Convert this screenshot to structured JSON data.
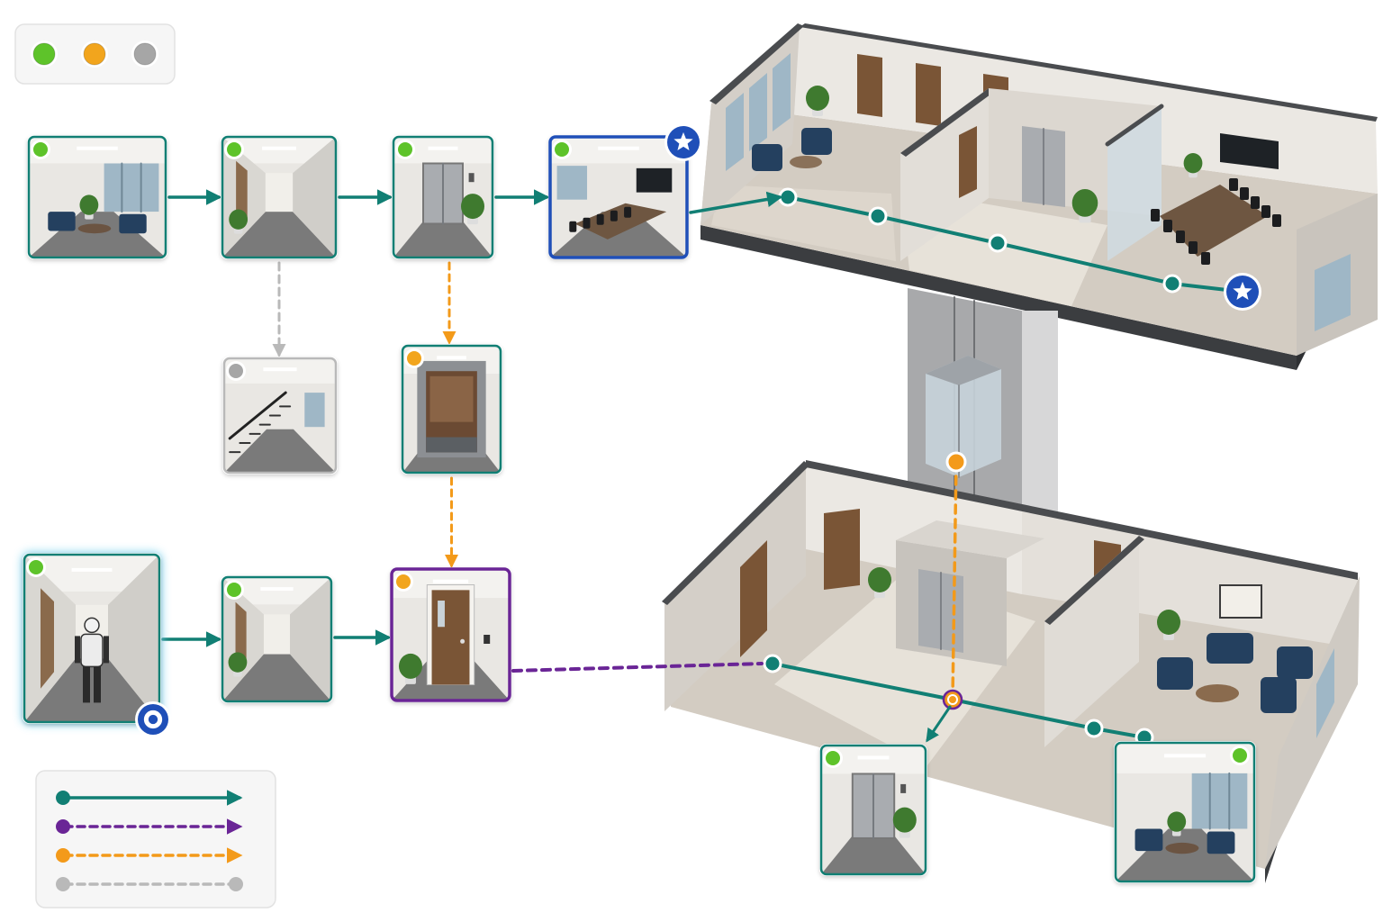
{
  "colors": {
    "background": "#ffffff",
    "teal": "#117f74",
    "teal_dark": "#0c5f57",
    "purple": "#6a2596",
    "orange": "#f39a1a",
    "orange_dark": "#c9770a",
    "gray": "#b9b9b9",
    "gray_dark": "#8f8f8f",
    "blue": "#1f4fb8",
    "blue_dark": "#133a8e",
    "glow": "#7fd3ef",
    "status_green": "#5ec32a",
    "status_orange": "#f2a51d",
    "status_gray": "#a6a6a6",
    "panel_bg": "#f6f6f6",
    "panel_border": "#e2e2e2",
    "wall_light": "#ebe8e3",
    "wall_mid": "#d4cfc8",
    "wall_top": "#4a4c4f",
    "floor": "#d3ccc2",
    "floor_tile": "#e7e2d9",
    "door": "#7a5536",
    "window": "#9fb7c6",
    "plant": "#3f7a2f",
    "sofa": "#24405f",
    "table": "#6e5641",
    "metal": "#a9acb0",
    "glass": "#cfdce3"
  },
  "status_legend": {
    "items": [
      {
        "icon": "green-status-dot-icon",
        "color": "#5ec32a"
      },
      {
        "icon": "orange-status-dot-icon",
        "color": "#f2a51d"
      },
      {
        "icon": "gray-status-dot-icon",
        "color": "#a6a6a6"
      }
    ]
  },
  "path_legend": {
    "items": [
      {
        "icon": "teal-solid-arrow-icon",
        "style": "solid",
        "color": "#117f74",
        "arrow": true
      },
      {
        "icon": "purple-dashed-arrow-icon",
        "style": "dashed",
        "color": "#6a2596",
        "arrow": true
      },
      {
        "icon": "orange-dashed-arrow-icon",
        "style": "dashed",
        "color": "#f39a1a",
        "arrow": true
      },
      {
        "icon": "gray-dashed-line-icon",
        "style": "dashed",
        "color": "#b9b9b9",
        "arrow": false
      }
    ]
  },
  "nodes": [
    {
      "id": "lounge-upper",
      "scene": "lounge",
      "status": "green",
      "frame": "teal"
    },
    {
      "id": "corridor-upper",
      "scene": "corridor",
      "status": "green",
      "frame": "teal"
    },
    {
      "id": "elevator-lobby-upper",
      "scene": "elevator-lobby",
      "status": "green",
      "frame": "teal"
    },
    {
      "id": "conference-room-goal",
      "scene": "conference",
      "status": "green",
      "frame": "blue",
      "badge": "goal-star-icon"
    },
    {
      "id": "stairwell",
      "scene": "stairwell",
      "status": "gray",
      "frame": "gray"
    },
    {
      "id": "elevator-cab",
      "scene": "elevator-cab",
      "status": "orange",
      "frame": "teal"
    },
    {
      "id": "robot-corridor-start",
      "scene": "robot-corridor",
      "status": "green",
      "frame": "teal",
      "badge": "start-ring-icon",
      "glow": true
    },
    {
      "id": "corridor-lower",
      "scene": "corridor",
      "status": "green",
      "frame": "teal"
    },
    {
      "id": "office-door",
      "scene": "door",
      "status": "orange",
      "frame": "purple"
    },
    {
      "id": "elevator-lobby-lower",
      "scene": "elevator-lobby",
      "status": "green",
      "frame": "teal"
    },
    {
      "id": "lounge-lower",
      "scene": "lounge",
      "status": "green",
      "frame": "teal"
    }
  ],
  "edges": [
    {
      "from": "lounge-upper",
      "to": "corridor-upper",
      "type": "teal"
    },
    {
      "from": "corridor-upper",
      "to": "elevator-lobby-upper",
      "type": "teal"
    },
    {
      "from": "elevator-lobby-upper",
      "to": "conference-room-goal",
      "type": "teal"
    },
    {
      "from": "corridor-upper",
      "to": "stairwell",
      "type": "gray"
    },
    {
      "from": "elevator-lobby-upper",
      "to": "elevator-cab",
      "type": "orange"
    },
    {
      "from": "elevator-cab",
      "to": "office-door",
      "type": "orange"
    },
    {
      "from": "robot-corridor-start",
      "to": "corridor-lower",
      "type": "teal"
    },
    {
      "from": "corridor-lower",
      "to": "office-door",
      "type": "teal"
    },
    {
      "from": "office-door",
      "to": "lower-floor-waypoint",
      "type": "purple"
    },
    {
      "from": "conference-room-goal",
      "to": "upper-floor-waypoint",
      "type": "teal"
    }
  ],
  "floors": [
    {
      "id": "upper-floor",
      "rooms": [
        "waiting-area",
        "elevator-lobby",
        "conference-room"
      ],
      "waypoints": 4,
      "goal_badge": "goal-star-icon"
    },
    {
      "id": "lower-floor",
      "rooms": [
        "hallway",
        "elevator-lobby",
        "lounge"
      ],
      "waypoints": 4,
      "elevator_marker": "orange-elevator-marker-icon"
    }
  ],
  "elevator_shaft": {
    "cab_icon": "glass-elevator-cab-icon"
  }
}
